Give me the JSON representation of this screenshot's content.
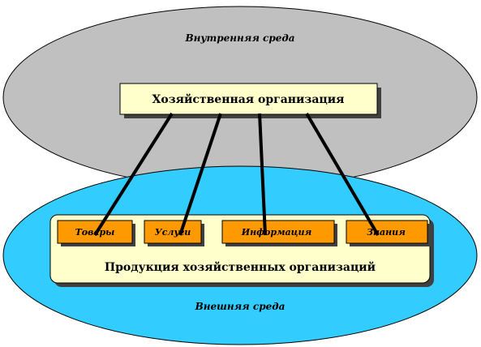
{
  "internal_env": {
    "label": "Внутренняя среда",
    "fill": "#c0c0c0"
  },
  "external_env": {
    "label": "Внешняя среда",
    "fill": "#33ccff"
  },
  "organization": {
    "label": "Хозяйственная организация",
    "fill": "#ffffcc"
  },
  "products": {
    "label": "Продукция хозяйственных организаций",
    "fill": "#ffffcc",
    "items": [
      {
        "label": "Товары"
      },
      {
        "label": "Услуги"
      },
      {
        "label": "Информация"
      },
      {
        "label": "Знания"
      }
    ],
    "item_fill": "#ff9900"
  }
}
